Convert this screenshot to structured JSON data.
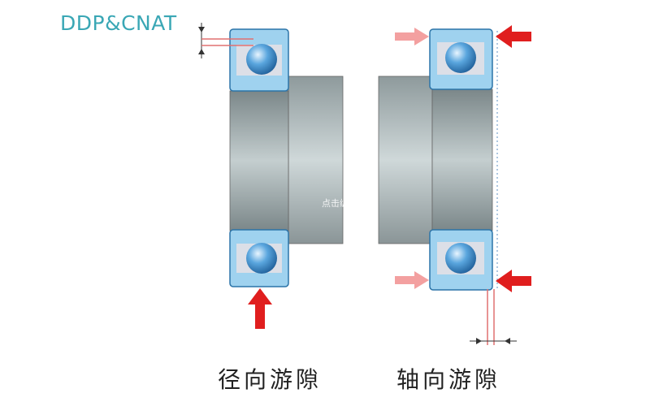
{
  "logo": {
    "text": "DDP&CNAT"
  },
  "captions": {
    "radial": "径向游隙",
    "axial": "轴向游隙"
  },
  "watermark": {
    "text": "点击编辑文字"
  },
  "colors": {
    "ring_fill": "#9fd2ef",
    "ring_stroke": "#2c74a8",
    "housing": "#d9dde6",
    "shaft_dark": "#7f8c8f",
    "shaft_light": "#c7d1d2",
    "ball": "#4f9cd8",
    "arrow": "#e01e1e",
    "arrow_faint": "#f3a0a0",
    "logo": "#3aa7b5"
  }
}
